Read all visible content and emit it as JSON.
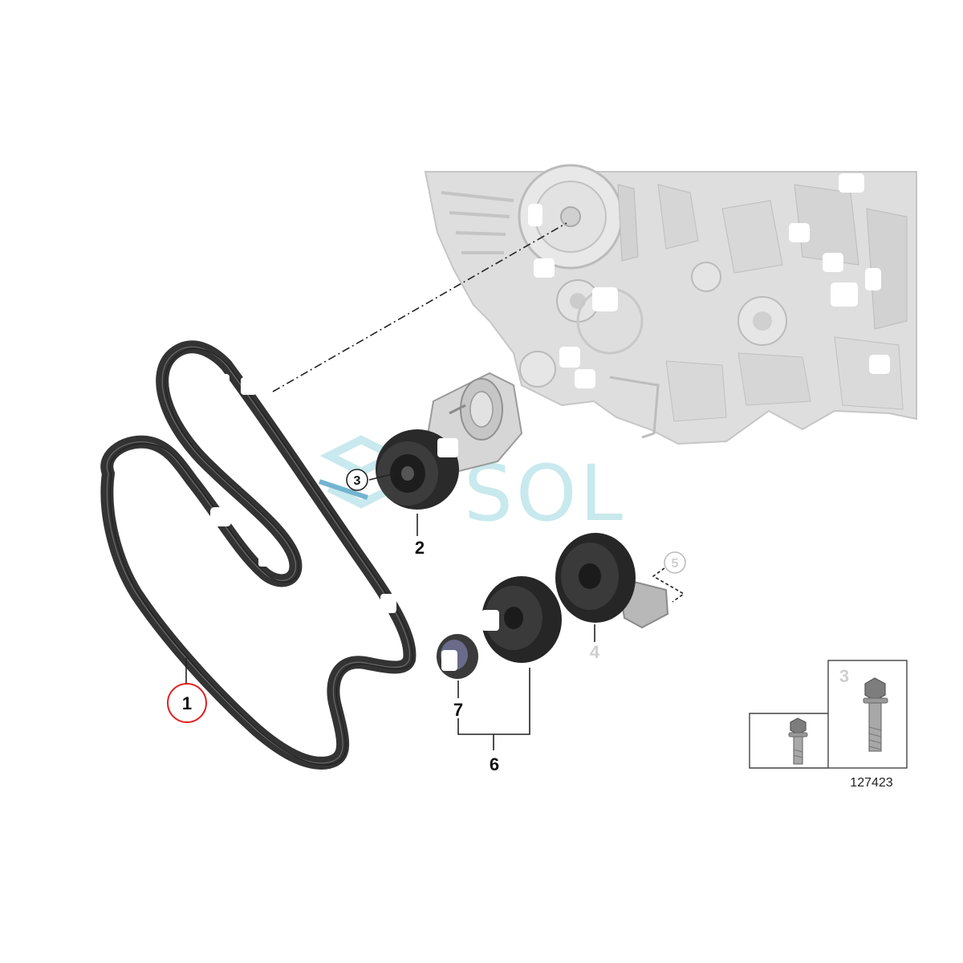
{
  "diagram_code": "127423",
  "callouts": {
    "part_1": "1",
    "part_2": "2",
    "part_3": "3",
    "part_4": "4",
    "part_5": "5",
    "part_6": "6",
    "part_7": "7",
    "bolt_box": "3"
  },
  "watermark": {
    "text": "SOL",
    "color": "#bfe6ea"
  },
  "colors": {
    "belt": "#2f2f2f",
    "pulley": "#262626",
    "engine": "#d9d9d9",
    "callout_highlight": "#e02020",
    "faded_label": "#cfcfcf"
  }
}
